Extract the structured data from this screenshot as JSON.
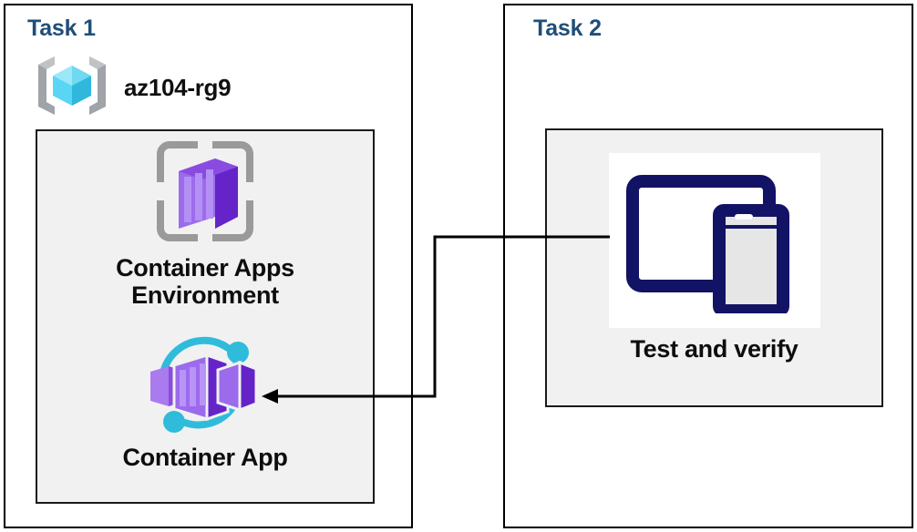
{
  "diagram": {
    "title_color": "#1F4E79",
    "background": "#FFFFFF",
    "panel_fill": "#F1F1F1",
    "border_color": "#000000"
  },
  "task1": {
    "title": "Task 1",
    "resource_group": {
      "icon": "resource-group-icon",
      "label": "az104-rg9"
    },
    "nodes": [
      {
        "icon": "container-apps-environment-icon",
        "label": "Container Apps\nEnvironment"
      },
      {
        "icon": "container-app-icon",
        "label": "Container App"
      }
    ]
  },
  "task2": {
    "title": "Task 2",
    "nodes": [
      {
        "icon": "test-and-verify-devices-icon",
        "label": "Test and verify"
      }
    ]
  },
  "connector": {
    "from": "test-and-verify-devices-icon",
    "to": "container-app-icon",
    "arrow_direction": "left",
    "stroke": "#000000"
  }
}
